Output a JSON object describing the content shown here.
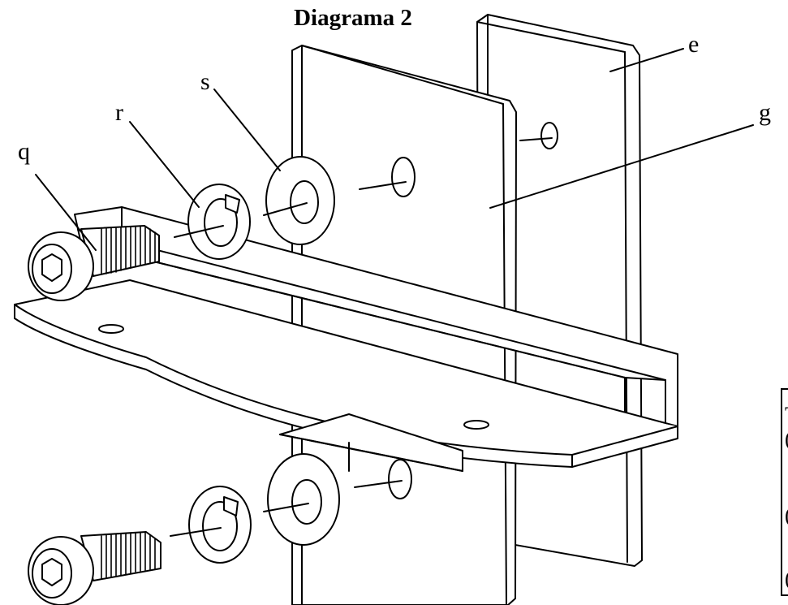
{
  "title": "Diagrama 2",
  "callouts": {
    "q": "q",
    "r": "r",
    "s": "s",
    "e": "e",
    "g": "g"
  },
  "side_box": {
    "lines": [
      "T",
      "(",
      "(",
      "("
    ]
  }
}
